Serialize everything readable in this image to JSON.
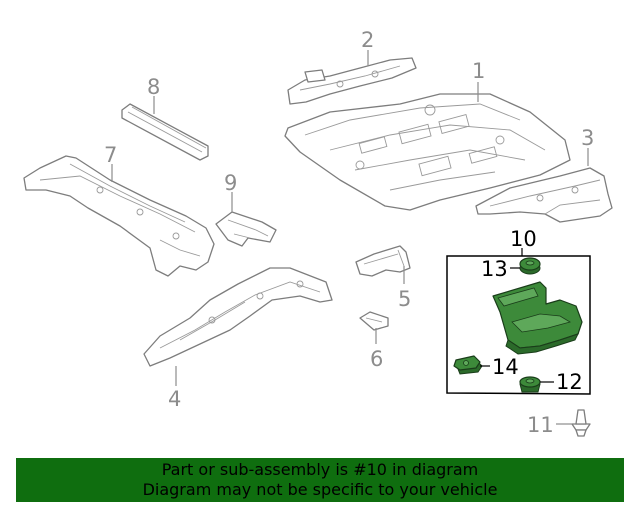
{
  "callouts": {
    "c1": "1",
    "c2": "2",
    "c3": "3",
    "c4": "4",
    "c5": "5",
    "c6": "6",
    "c7": "7",
    "c8": "8",
    "c9": "9",
    "c10": "10",
    "c11": "11",
    "c12": "12",
    "c13": "13",
    "c14": "14"
  },
  "banner": {
    "line1": "Part or sub-assembly is #10 in diagram",
    "line2": "Diagram may not be specific to your vehicle"
  },
  "colors": {
    "highlight_green": "#3d8a3a",
    "banner_green": "#0f6e0f",
    "callout_grey": "#8c8c8c"
  }
}
